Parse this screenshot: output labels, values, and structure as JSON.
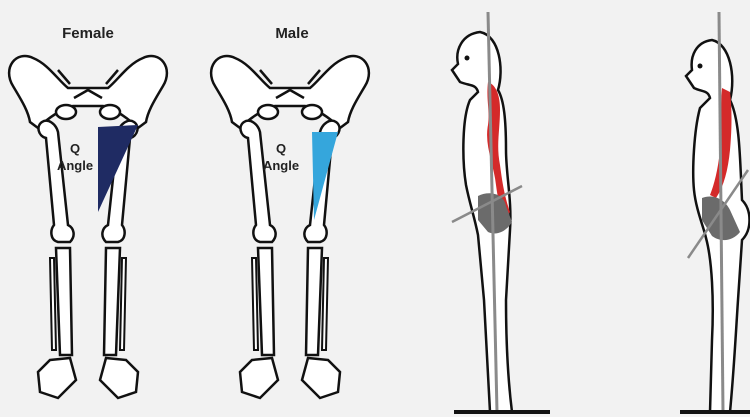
{
  "panels": {
    "female": {
      "title": "Female",
      "q_label_line1": "Q",
      "q_label_line2": "Angle"
    },
    "male": {
      "title": "Male",
      "q_label_line1": "Q",
      "q_label_line2": "Angle"
    }
  },
  "colors": {
    "background": "#f2f2f2",
    "outline": "#111111",
    "female_q_angle": "#1f2b63",
    "male_q_angle": "#35a6dc",
    "spine": "#d42a2a",
    "pelvis": "#6b6b6b",
    "plumb_line": "#8a8a8a"
  },
  "icons": [
    "pelvis-legs-skeleton-icon",
    "body-profile-icon",
    "spine-curve-icon",
    "plumb-line-icon"
  ]
}
